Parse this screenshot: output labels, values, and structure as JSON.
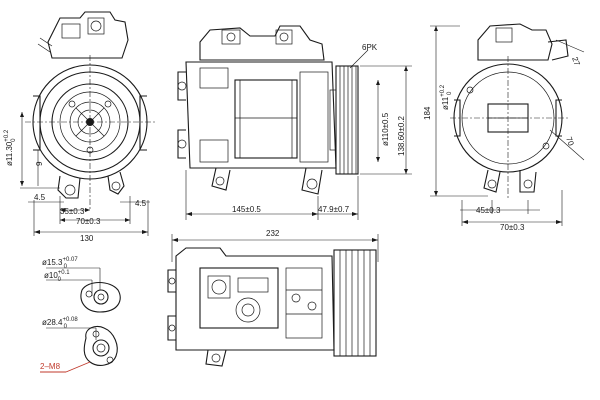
{
  "dimensions": {
    "front_width": "130",
    "front_35": "35±0.3",
    "front_70": "70±0.3",
    "front_4_5_left": "4.5",
    "front_4_5_right": "4.5",
    "front_9": "9",
    "front_hole": "ø11.30",
    "front_hole_tol_upper": "+0.2",
    "front_hole_tol_lower": "0",
    "side_145": "145±0.5",
    "side_47_9": "47.9±0.7",
    "side_6pk": "6PK",
    "side_110": "ø110±0.5",
    "side_138": "138.60±0.2",
    "rear_184": "184",
    "rear_hole": "ø11",
    "rear_hole_tol_upper": "+0.2",
    "rear_hole_tol_lower": "0",
    "rear_27": "27",
    "rear_70_diag": "70",
    "rear_45": "45±0.3",
    "rear_70": "70±0.3",
    "bottom_232": "232",
    "port_15_3": "ø15.3",
    "port_15_3_tol_upper": "+0.07",
    "port_15_3_tol_lower": "0",
    "port_10": "ø10",
    "port_10_tol_upper": "+0.1",
    "port_10_tol_lower": "0",
    "port_28_4": "ø28.4",
    "port_28_4_tol_upper": "+0.08",
    "port_28_4_tol_lower": "0",
    "thread": "2–M8"
  },
  "colors": {
    "line": "#1a1a1a",
    "accent_leader": "#c0392b",
    "background": "#ffffff"
  }
}
